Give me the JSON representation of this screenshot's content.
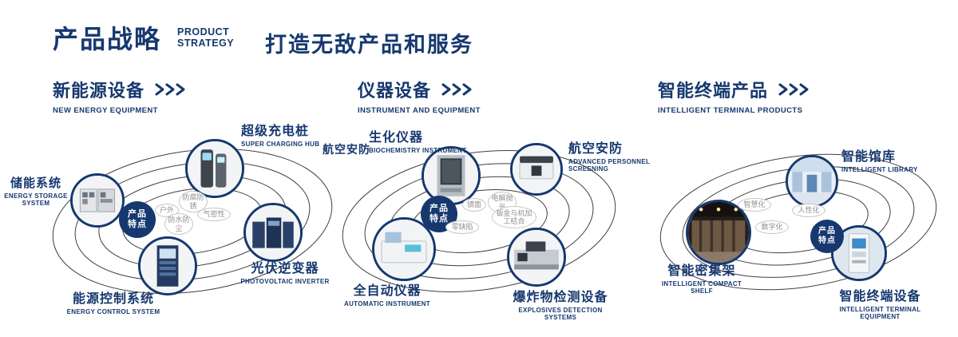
{
  "header": {
    "title": "产品战略",
    "subtitle_lines": [
      "PRODUCT",
      "STRATEGY"
    ],
    "tagline": "打造无敌产品和服务"
  },
  "badge": {
    "line1": "产品",
    "line2": "特点"
  },
  "colors": {
    "primary": "#16386f",
    "orbit_line": "#3f3f3f",
    "bubble_border": "#c6c6c6",
    "bubble_text": "#909090"
  },
  "sections": [
    {
      "title": "新能源设备",
      "subtitle": "NEW ENERGY EQUIPMENT",
      "features": [
        "户外",
        "防腐防锈",
        "气密性",
        "防水防尘"
      ],
      "products": [
        {
          "title": "超级充电桩",
          "subtitle": "SUPER CHARGING HUB"
        },
        {
          "title": "储能系统",
          "subtitle": "ENERGY STORAGE SYSTEM"
        },
        {
          "title": "光伏逆变器",
          "subtitle": "PHOTOVOLTAIC INVERTER"
        },
        {
          "title": "能源控制系统",
          "subtitle": "ENERGY CONTROL SYSTEM"
        }
      ]
    },
    {
      "title": "仪器设备",
      "subtitle": "INSTRUMENT AND EQUIPMENT",
      "side_label": "航空安防",
      "features": [
        "镜面",
        "电解抛光",
        "零缺陷",
        "钣金与机加工结合"
      ],
      "products": [
        {
          "title": "生化仪器",
          "subtitle": "BIOCHEMISTRY INSTRUMENT"
        },
        {
          "title": "航空安防",
          "subtitle": "ADVANCED PERSONNEL SCREENING"
        },
        {
          "title": "全自动仪器",
          "subtitle": "AUTOMATIC INSTRUMENT"
        },
        {
          "title": "爆炸物检测设备",
          "subtitle": "EXPLOSIVES DETECTION SYSTEMS"
        }
      ]
    },
    {
      "title": "智能终端产品",
      "subtitle": "INTELLIGENT TERMINAL PRODUCTS",
      "features": [
        "智慧化",
        "人性化",
        "数字化"
      ],
      "products": [
        {
          "title": "智能馆库",
          "subtitle": "INTELLIGENT LIBRARY"
        },
        {
          "title": "智能密集架",
          "subtitle": "INTELLIGENT COMPACT SHELF"
        },
        {
          "title": "智能终端设备",
          "subtitle": "INTELLIGENT TERMINAL EQUIPMENT"
        }
      ]
    }
  ]
}
